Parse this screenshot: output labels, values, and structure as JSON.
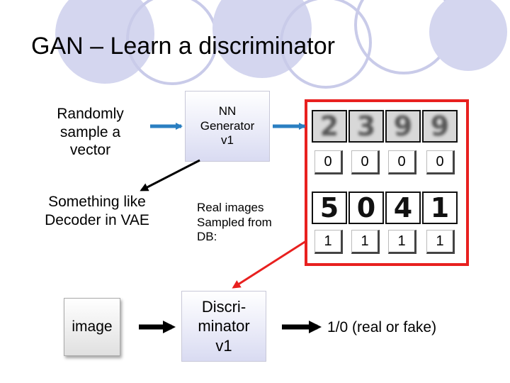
{
  "title": "GAN – Learn a discriminator",
  "left": {
    "random_line1": "Randomly",
    "random_line2": "sample a",
    "random_line3": "vector",
    "decoder_line1": "Something like",
    "decoder_line2": "Decoder in VAE",
    "image": "image"
  },
  "generator": {
    "line1": "NN",
    "line2": "Generator",
    "line3": "v1"
  },
  "real": {
    "line1": "Real images",
    "line2": "Sampled from",
    "line3": "DB:"
  },
  "discriminator": {
    "line1": "Discri-",
    "line2": "minator",
    "line3": "v1"
  },
  "fake_digits": [
    "2",
    "3",
    "9",
    "9"
  ],
  "fake_labels": [
    "0",
    "0",
    "0",
    "0"
  ],
  "real_digits": [
    "5",
    "0",
    "4",
    "1"
  ],
  "real_labels": [
    "1",
    "1",
    "1",
    "1"
  ],
  "output": "1/0 (real or fake)",
  "colors": {
    "red": "#e8201f",
    "blue": "#2a7fc1",
    "circle": "#c9cbe9"
  }
}
